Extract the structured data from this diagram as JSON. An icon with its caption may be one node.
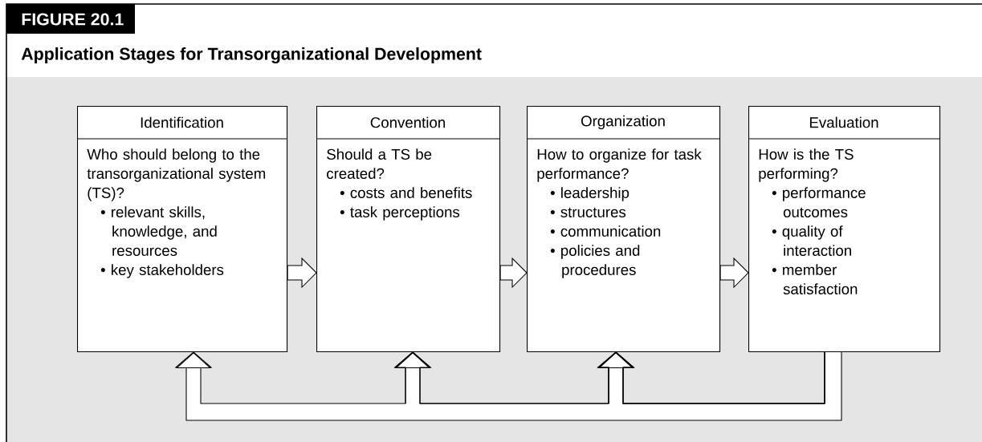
{
  "diagram": {
    "title": "Application Stages for Transorganizational Development",
    "nodes": [
      {
        "text": [
          "Identification",
          "Who should belong to the transorganizational system (TS)?",
          "• relevant skills, knowledge, and resources",
          "• key stakeholders"
        ]
      },
      {
        "text": [
          "Convention",
          "Should a TS be created?",
          "• costs and benefits",
          "• task perceptions"
        ]
      },
      {
        "text": [
          "Organization",
          "How to organize for task performance?",
          "• leadership",
          "• structures",
          "• communication",
          "• policies and procedures"
        ]
      },
      {
        "text": [
          "Evaluation",
          "How is the TS performing?",
          "• performance outcomes",
          "• quality of interaction",
          "• member satisfaction"
        ]
      }
    ],
    "edges": [
      {
        "from": 0,
        "to": 1,
        "arrow": "to"
      },
      {
        "from": 1,
        "to": 2,
        "arrow": "to"
      },
      {
        "from": 2,
        "to": 3,
        "arrow": "to"
      },
      {
        "from": 3,
        "to": 0,
        "arrow": "to"
      },
      {
        "from": 3,
        "to": 1,
        "arrow": "to"
      },
      {
        "from": 3,
        "to": 2,
        "arrow": "to"
      }
    ],
    "labels": [
      "FIGURE 20.1"
    ]
  }
}
